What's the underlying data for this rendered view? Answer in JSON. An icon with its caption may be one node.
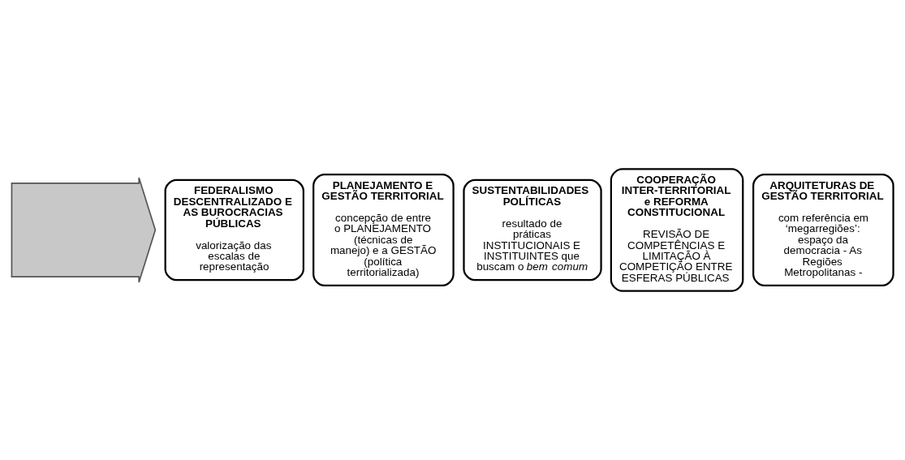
{
  "diagram": {
    "nodes": [
      {
        "text": [],
        "shape": "arrow"
      },
      {
        "text": [
          "FEDERALISMO DESCENTRALIZADO E AS BUROCRACIAS PÚBLICAS",
          "valorização das escalas de representação"
        ]
      },
      {
        "text": [
          "PLANEJAMENTO E GESTÃO TERRITORIAL",
          "concepção de entre o PLANEJAMENTO (técnicas de manejo) e a GESTÃO (política territorializada)"
        ]
      },
      {
        "text": [
          "SUSTENTABILIDADES POLÍTICAS",
          "resultado de práticas INSTITUCIONAIS E INSTITUINTES que buscam o *bem comum*"
        ]
      },
      {
        "text": [
          "COOPERAÇÃO INTER-TERRITORIAL e REFORMA CONSTITUCIONAL",
          "REVISÃO DE COMPETÊNCIAS E LIMITAÇÃO À COMPETIÇÃO ENTRE ESFERAS PÚBLICAS"
        ]
      },
      {
        "text": [
          "ARQUITETURAS DE GESTÃO TERRITORIAL",
          "com referência em ‘megarregiões’: espaço da democracia - As Regiões Metropolitanas -"
        ]
      }
    ],
    "edges": []
  }
}
